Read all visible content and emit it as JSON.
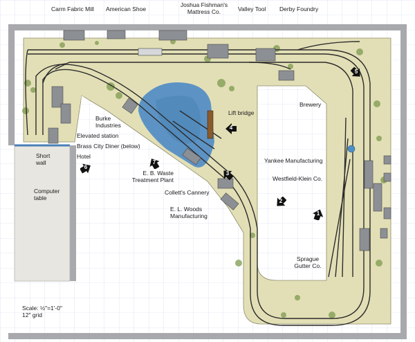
{
  "labels": {
    "carm_fabric_mill": "Carm Fabric Mill",
    "american_shoe": "American Shoe",
    "fishman_line1": "Joshua Fishman's",
    "fishman_line2": "Mattress Co.",
    "valley_tool": "Valley Tool",
    "derby_foundry": "Derby Foundry",
    "brewery": "Brewery",
    "lift_bridge": "Lift bridge",
    "burke_line1": "Burke",
    "burke_line2": "Industries",
    "elevated_station": "Elevated station",
    "brass_city_diner": "Brass City Diner (below)",
    "hotel": "Hotel",
    "short_wall_line1": "Short",
    "short_wall_line2": "wall",
    "computer_line1": "Computer",
    "computer_line2": "table",
    "eb_waste_line1": "E. B. Waste",
    "eb_waste_line2": "Treatment Plant",
    "colletts_cannery": "Collett's Cannery",
    "el_woods_line1": "E. L. Woods",
    "el_woods_line2": "Manufacturing",
    "yankee_manufacturing": "Yankee Manufacturing",
    "westfield_klein": "Westfield-Klein Co.",
    "sprague_line1": "Sprague",
    "sprague_line2": "Gutter Co.",
    "scale_line1": "Scale: ½\"=1'-0\"",
    "scale_line2": "12\" grid"
  },
  "markers": [
    "1",
    "2",
    "3",
    "4",
    "5",
    "6",
    "7"
  ],
  "colors": {
    "grid": "#c9d6ea",
    "wall": "#a7a9ac",
    "scenery": "#e2dfb6",
    "water": "#5d93c4",
    "track": "#2b2b2b",
    "table": "#e8e6e0"
  }
}
